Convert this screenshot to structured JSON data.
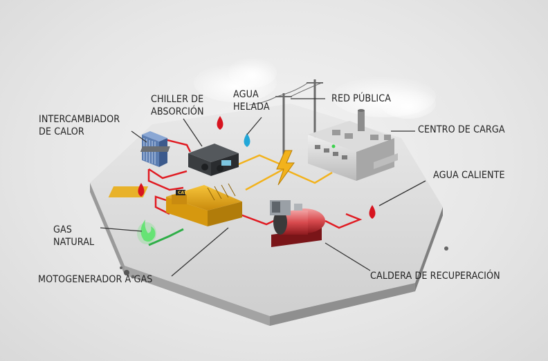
{
  "labels": {
    "intercambiador_line1": "INTERCAMBIADOR",
    "intercambiador_line2": "DE CALOR",
    "chiller_line1": "CHILLER DE",
    "chiller_line2": "ABSORCIÓN",
    "agua_helada_line1": "AGUA",
    "agua_helada_line2": "HELADA",
    "red_publica": "RED PÚBLICA",
    "centro_de_carga": "CENTRO DE CARGA",
    "agua_caliente": "AGUA CALIENTE",
    "gas_natural_line1": "GAS",
    "gas_natural_line2": "NATURAL",
    "motogenerador": "MOTOGENERADOR A GAS",
    "caldera": "CALDERA DE RECUPERACIÓN",
    "engine_badge": "CAT"
  },
  "colors": {
    "platform_top": "#d9d9d9",
    "platform_side": "#a9a9a9",
    "hot_pipe": "#e01b22",
    "electric_line": "#f2b21c",
    "gas_pipe": "#2fae48",
    "engine_yellow": "#e9a916",
    "boiler_red": "#c8242a",
    "chilled_drop": "#22a7d8",
    "hot_drop": "#d7141f",
    "gas_flame": "#5de36d"
  },
  "icons": [
    "lightning-bolt-icon",
    "water-drop-icon",
    "gas-flame-icon",
    "cloud-icon"
  ]
}
